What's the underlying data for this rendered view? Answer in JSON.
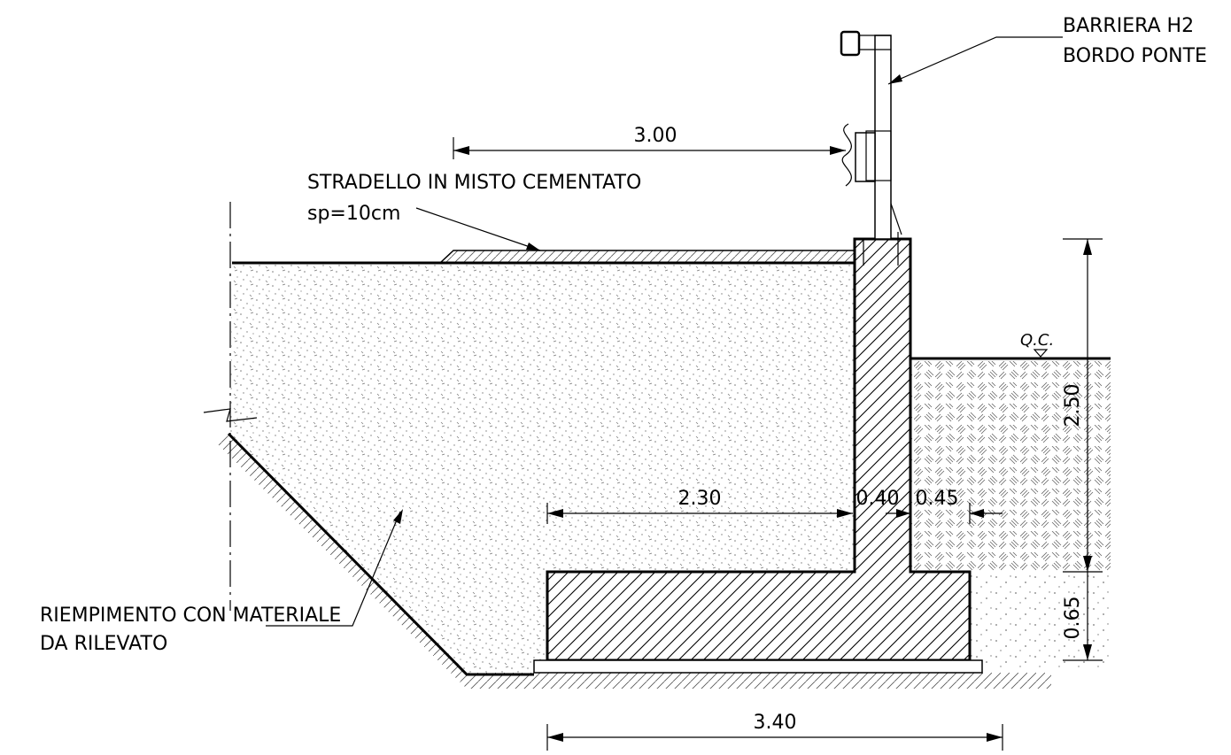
{
  "labels": {
    "barrier_line1": "BARRIERA H2",
    "barrier_line2": "BORDO PONTE",
    "road_line1": "STRADELLO IN MISTO CEMENTATO",
    "road_line2": "sp=10cm",
    "fill_line1": "RIEMPIMENTO CON MATERIALE",
    "fill_line2": "DA RILEVATO",
    "qc": "Q.C."
  },
  "dimensions": {
    "road_width": "3.00",
    "heel": "2.30",
    "stem": "0.40",
    "toe": "0.45",
    "stem_height": "2.50",
    "footing_thickness": "0.65",
    "footing_width": "3.40"
  }
}
